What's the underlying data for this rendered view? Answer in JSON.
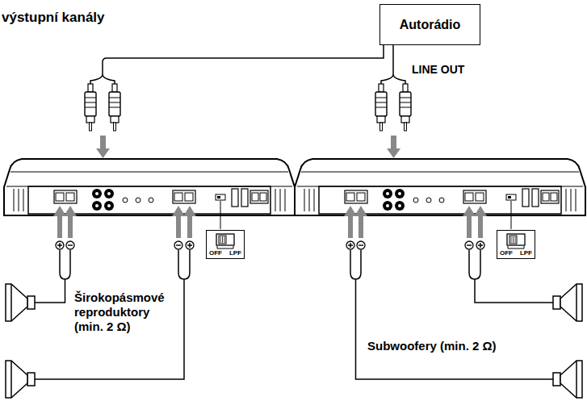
{
  "diagram": {
    "title": "výstupní kanály",
    "nodes": [
      {
        "text": [
          "Autorádio"
        ]
      },
      {
        "text": [
          "OFF",
          "LPF"
        ]
      },
      {
        "text": [
          "OFF",
          "LPF"
        ]
      }
    ],
    "labels": [
      "LINE OUT",
      "Širokopásmové reproduktory (min. 2 Ω)",
      "Subwoofery (min. 2 Ω)"
    ]
  }
}
